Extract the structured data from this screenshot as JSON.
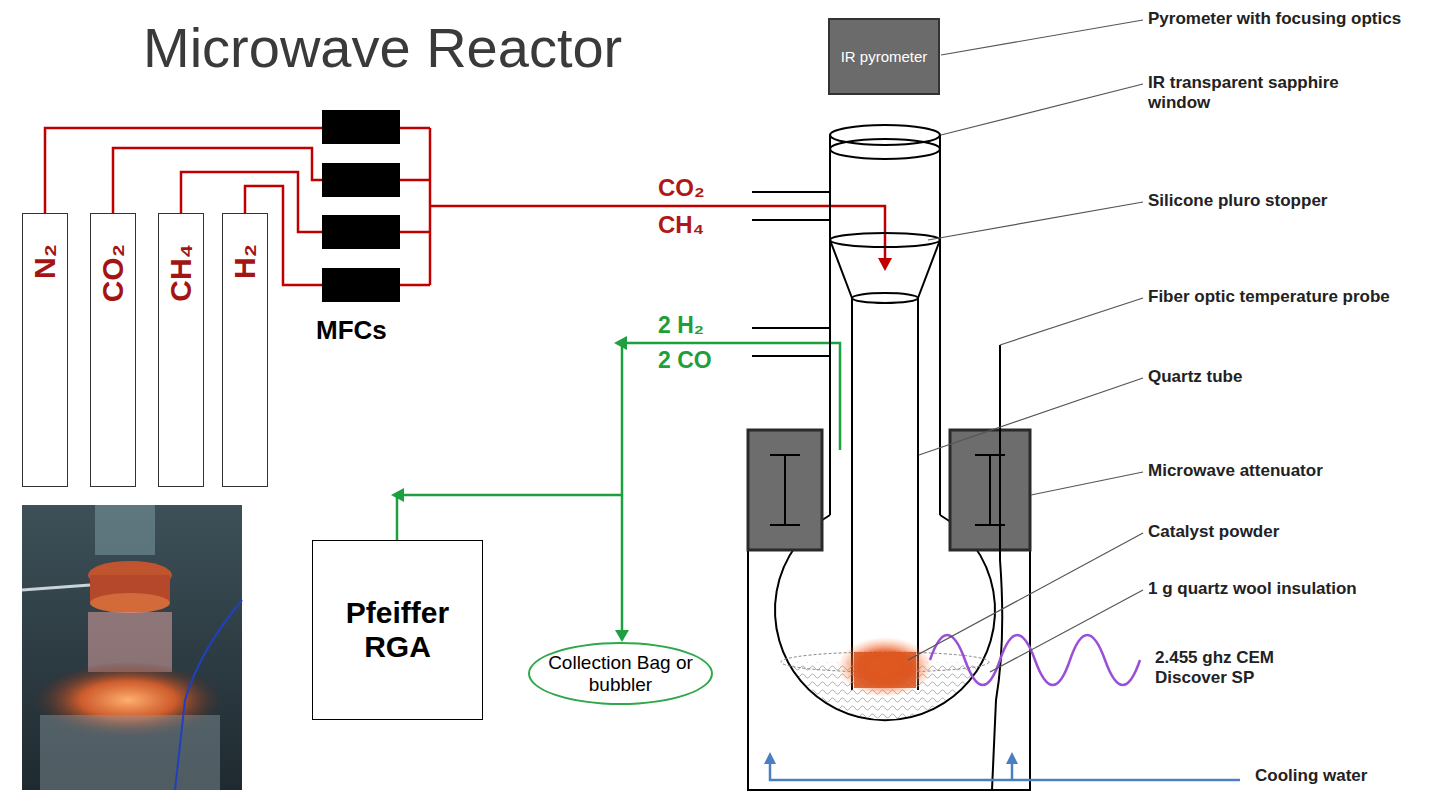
{
  "diagram": {
    "title": "Microwave Reactor",
    "nodes": [
      {
        "text": [
          "IR pyrometer"
        ]
      },
      {
        "text": [
          "N₂"
        ]
      },
      {
        "text": [
          "CO₂"
        ]
      },
      {
        "text": [
          "CH₄"
        ]
      },
      {
        "text": [
          "H₂"
        ]
      },
      {
        "text": [
          "Pfeiffer RGA"
        ]
      },
      {
        "text": [
          "Collection Bag or bubbler"
        ]
      }
    ],
    "labels": [
      "MFCs",
      "CO₂",
      "CH₄",
      "2 H₂",
      "2 CO",
      "Pyrometer with focusing optics",
      "IR transparent sapphire window",
      "Silicone pluro stopper",
      "Fiber optic temperature probe",
      "Quartz tube",
      "Microwave attenuator",
      "Catalyst powder",
      "1 g quartz wool insulation",
      "2.455 ghz CEM Discover SP",
      "Cooling water"
    ]
  }
}
